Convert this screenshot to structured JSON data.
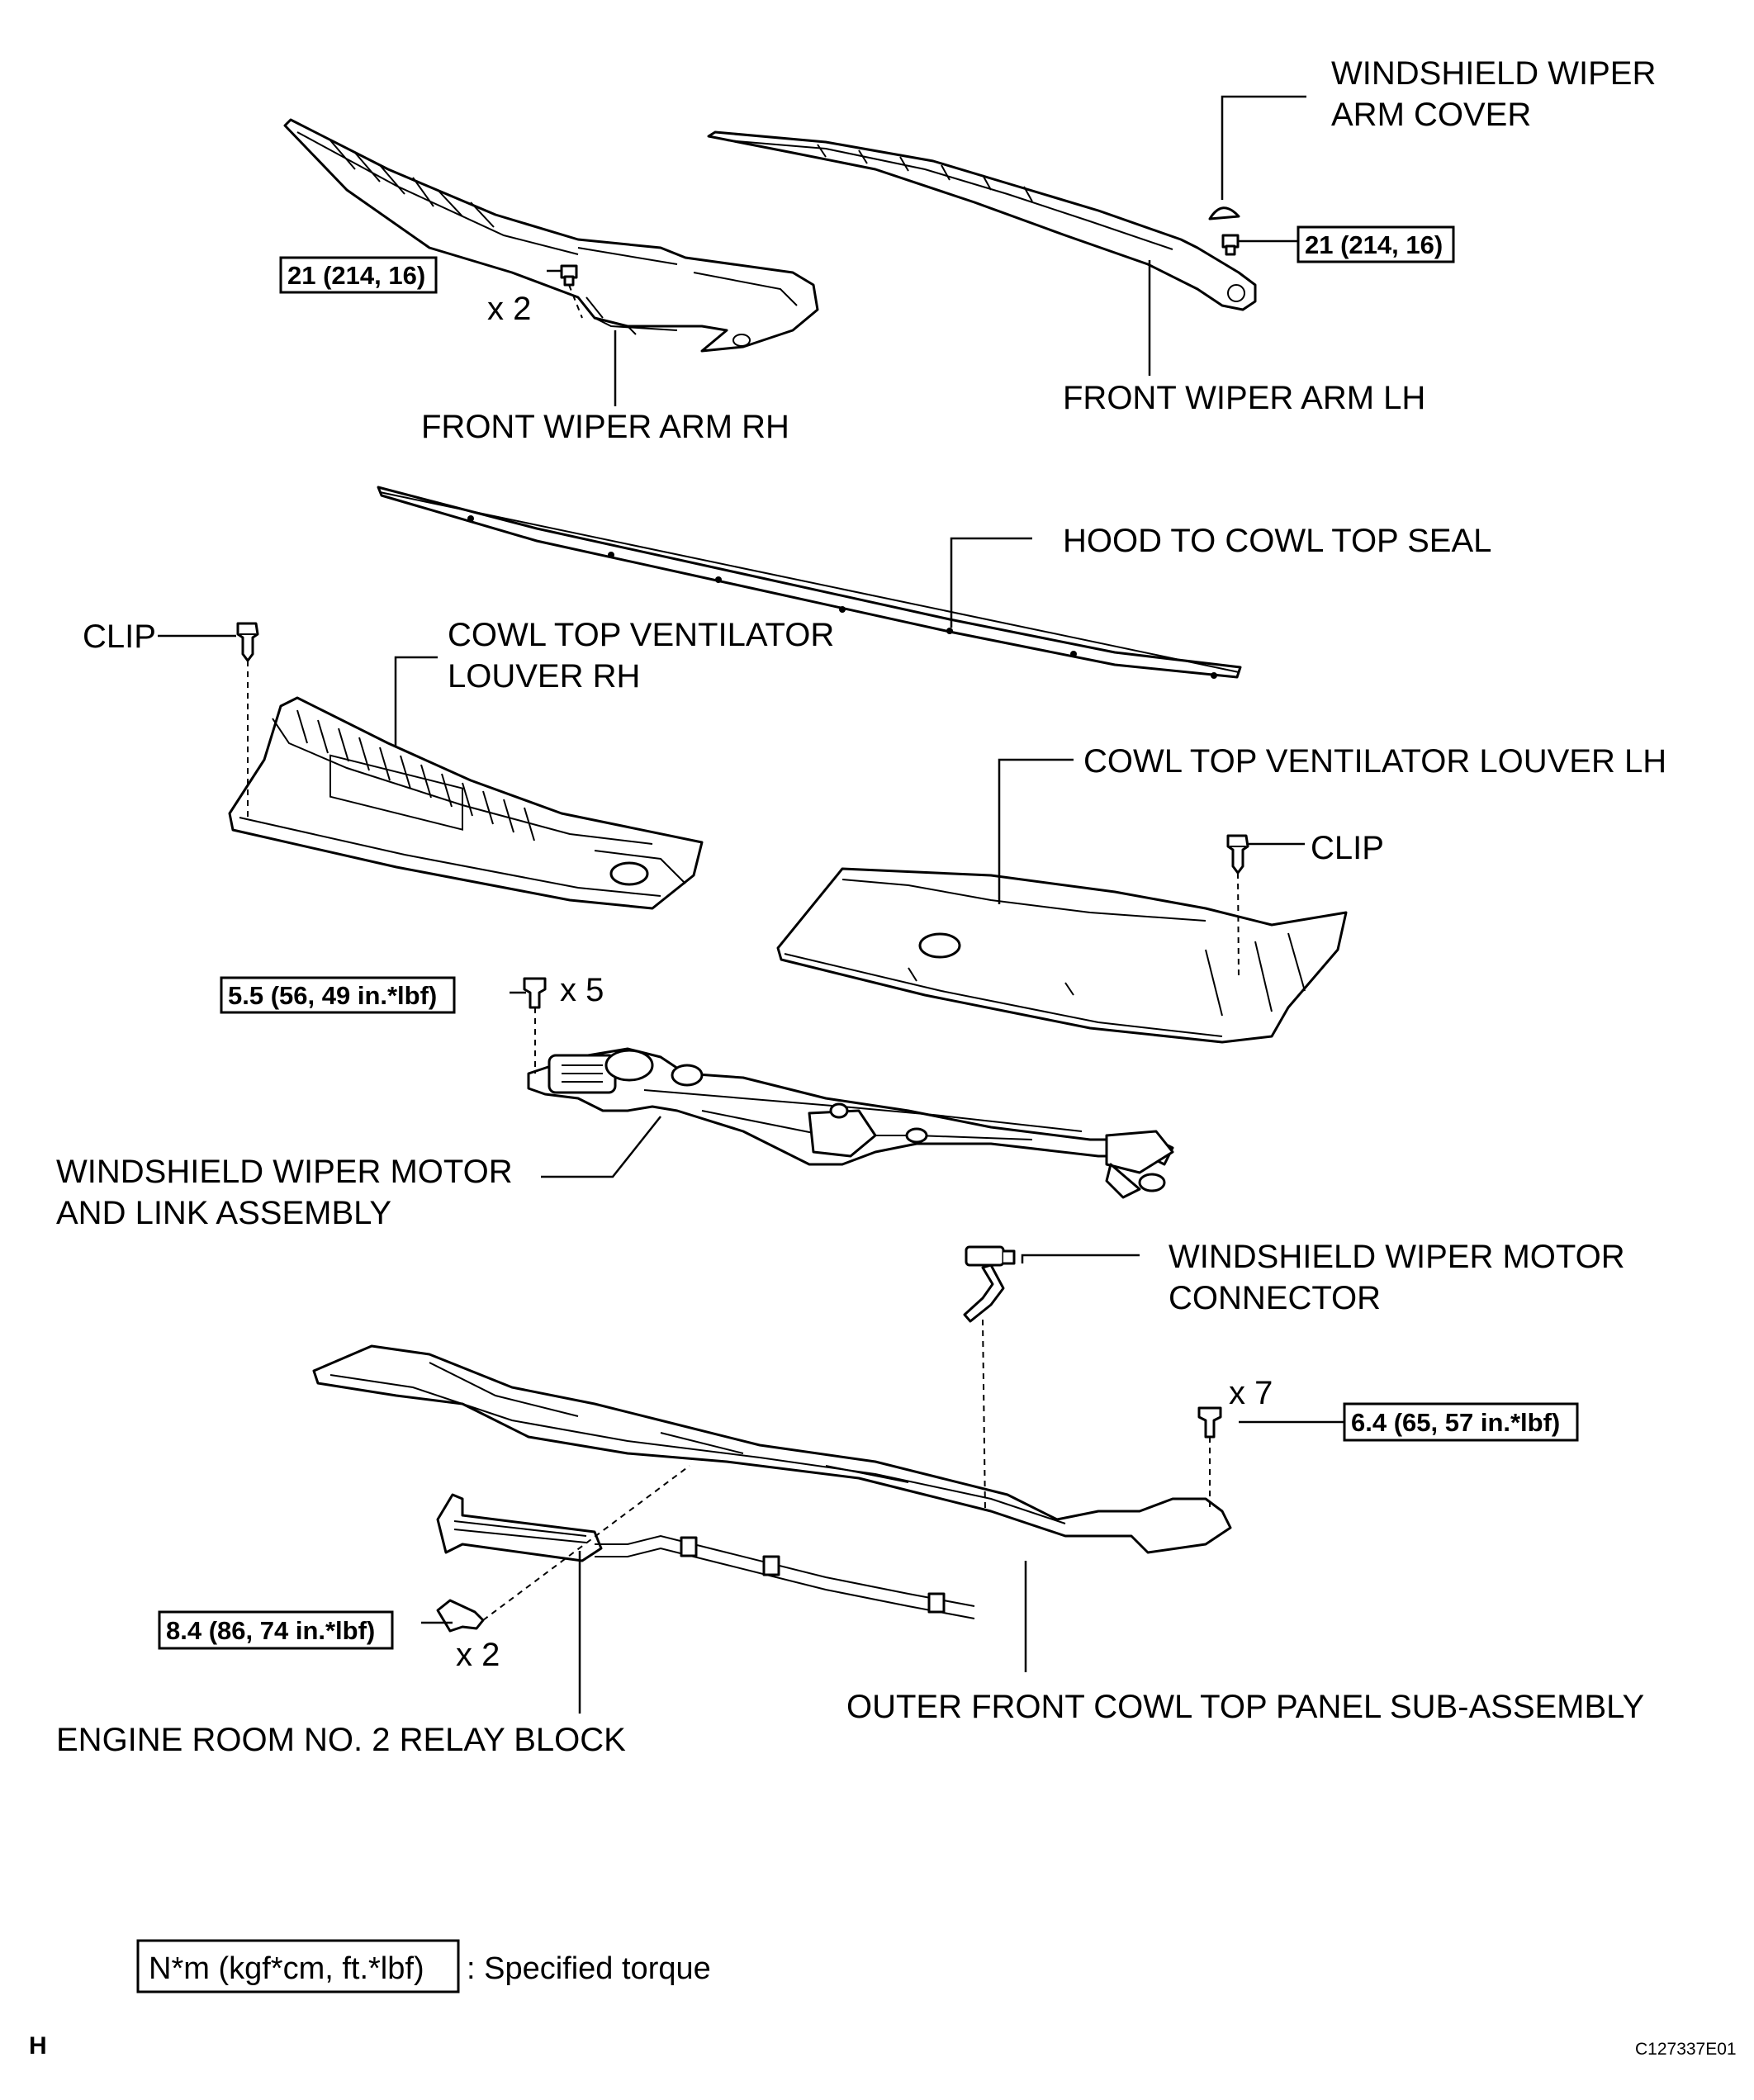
{
  "labels": {
    "wiper_arm_cover": [
      "WINDSHIELD WIPER",
      "ARM COVER"
    ],
    "wiper_arm_rh": "FRONT WIPER ARM RH",
    "wiper_arm_lh": "FRONT WIPER ARM LH",
    "hood_seal": "HOOD TO COWL TOP SEAL",
    "clip_left": "CLIP",
    "clip_right": "CLIP",
    "louver_rh": [
      "COWL TOP VENTILATOR",
      "LOUVER RH"
    ],
    "louver_lh": "COWL TOP VENTILATOR LOUVER LH",
    "motor_link": [
      "WINDSHIELD WIPER MOTOR",
      "AND LINK ASSEMBLY"
    ],
    "motor_connector": [
      "WINDSHIELD WIPER MOTOR",
      "CONNECTOR"
    ],
    "cowl_panel": "OUTER FRONT COWL TOP PANEL SUB-ASSEMBLY",
    "relay_block": "ENGINE ROOM NO. 2 RELAY BLOCK"
  },
  "torques": {
    "arm_rh": "21 (214, 16)",
    "arm_lh": "21 (214, 16)",
    "motor": "5.5 (56, 49 in.*lbf)",
    "cowl_panel": "6.4 (65, 57 in.*lbf)",
    "relay": "8.4 (86, 74 in.*lbf)"
  },
  "quantities": {
    "arm_rh": "x 2",
    "motor": "x 5",
    "cowl_panel": "x 7",
    "relay": "x 2"
  },
  "legend": {
    "unit_box": "N*m (kgf*cm, ft.*lbf)",
    "description": ": Specified torque"
  },
  "footer": {
    "section_letter": "H",
    "figure_code": "C127337E01"
  }
}
